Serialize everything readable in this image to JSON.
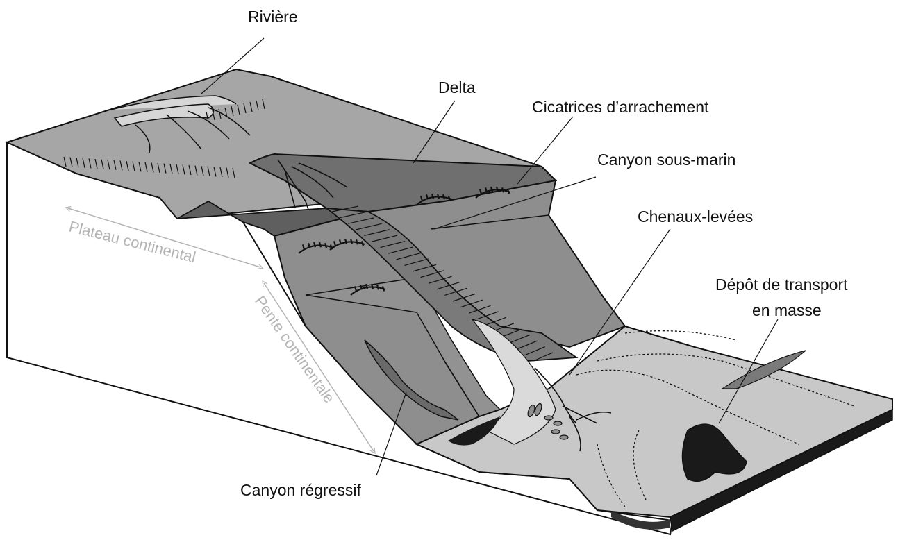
{
  "labels": {
    "riviere": "Rivière",
    "delta": "Delta",
    "cicatrices": "Cicatrices d’arrachement",
    "canyon_sous_marin": "Canyon sous-marin",
    "chenaux_levees": "Chenaux-levées",
    "depot_line1": "Dépôt de transport",
    "depot_line2": "en masse",
    "canyon_regressif": "Canyon régressif"
  },
  "zones": {
    "plateau": "Plateau continental",
    "pente": "Pente continentale"
  },
  "colors": {
    "shelf": "#a6a6a6",
    "delta": "#6f6f6f",
    "slope": "#8e8e8e",
    "canyon": "#7a7a7a",
    "basin": "#c8c8c8",
    "deposit": "#1a1a1a",
    "block_side": "#ffffff",
    "zone_text": "#b4b4b4"
  }
}
